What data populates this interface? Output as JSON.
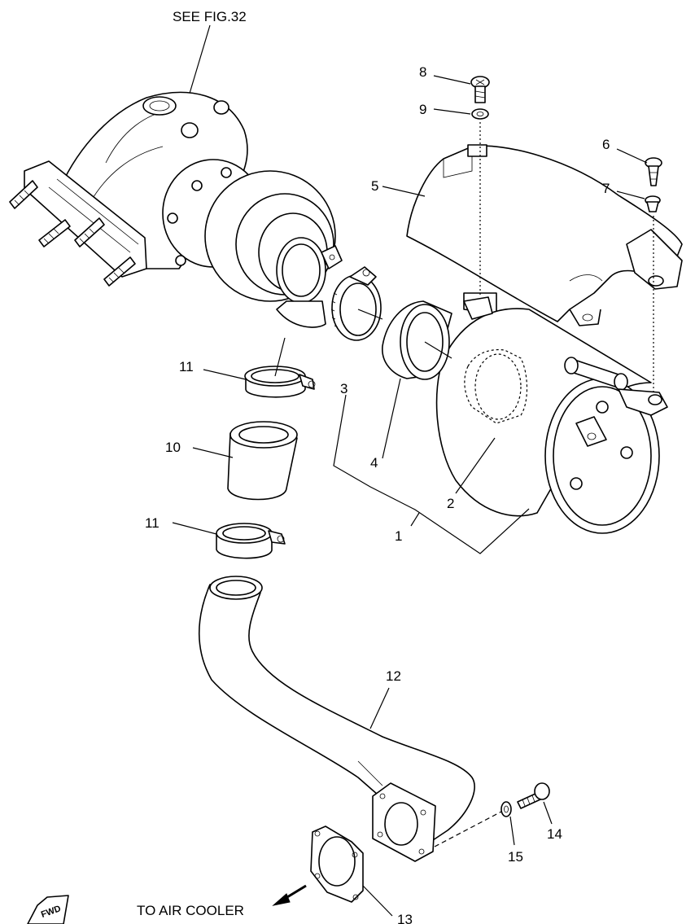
{
  "references": {
    "see_fig": "SEE FIG.32",
    "to_air_cooler": "TO AIR COOLER"
  },
  "callouts": {
    "c1": "1",
    "c2": "2",
    "c3": "3",
    "c4": "4",
    "c5": "5",
    "c6": "6",
    "c7": "7",
    "c8": "8",
    "c9": "9",
    "c10": "10",
    "c11a": "11",
    "c11b": "11",
    "c12": "12",
    "c13": "13",
    "c14": "14",
    "c15": "15"
  },
  "fwd_mark": "FWD"
}
